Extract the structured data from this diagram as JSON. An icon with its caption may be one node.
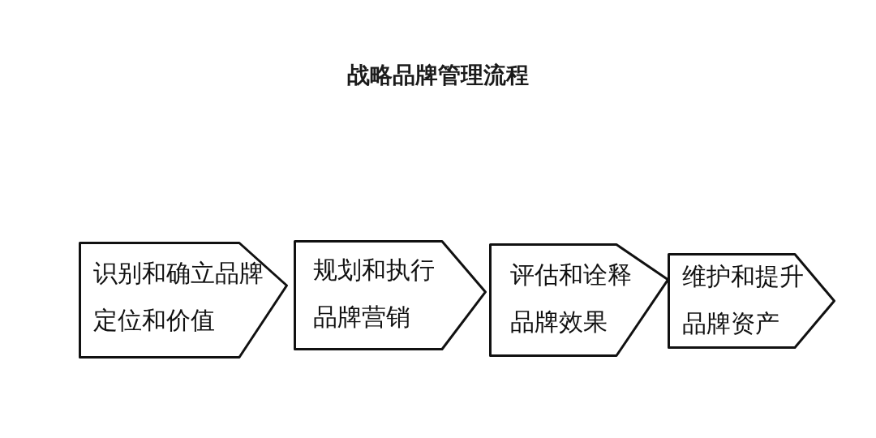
{
  "diagram": {
    "title": "战略品牌管理流程",
    "nodes": [
      {
        "text": [
          "识别和确立品牌定位和价值"
        ]
      },
      {
        "text": [
          "规划和执行品牌营销"
        ]
      },
      {
        "text": [
          "评估和诠释品牌效果"
        ]
      },
      {
        "text": [
          "维护和提升品牌资产"
        ]
      }
    ]
  }
}
